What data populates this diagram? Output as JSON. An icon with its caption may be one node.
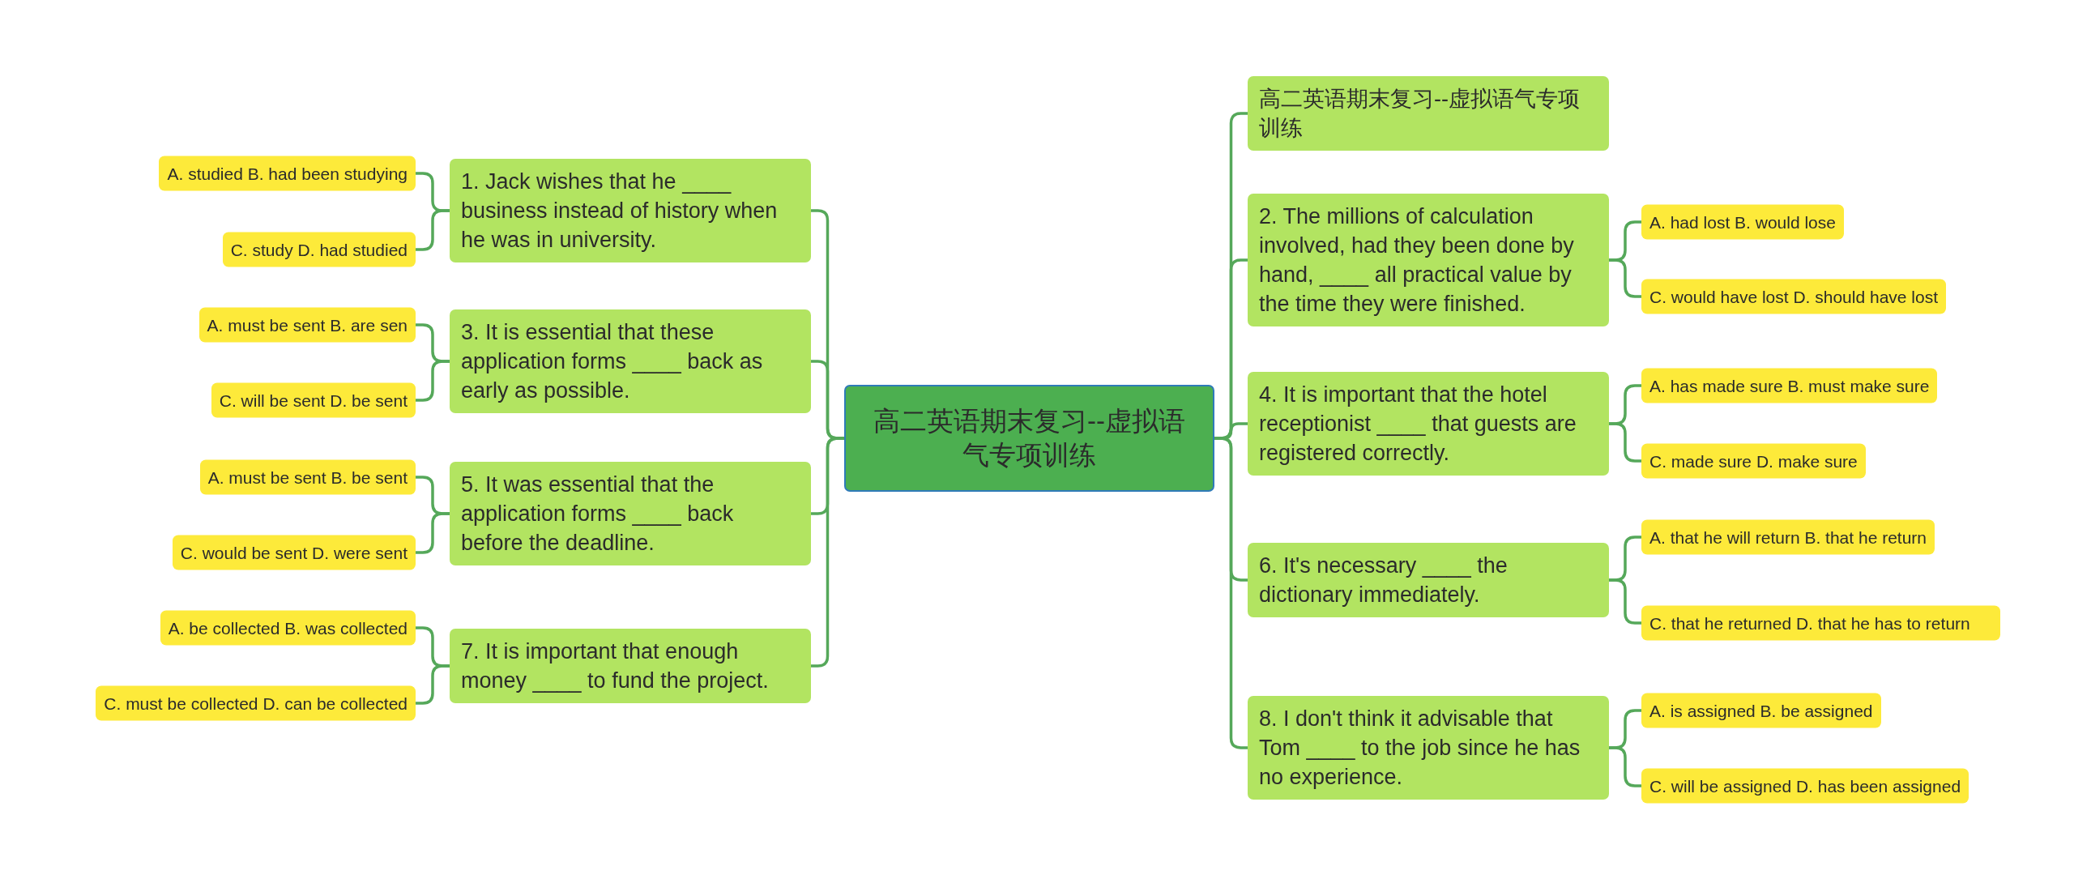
{
  "diagram": {
    "nodes": [
      {
        "text": [
          "高二英语期末复习--虚拟语气专项训练"
        ]
      },
      {
        "text": [
          "1. Jack wishes that he ____ business instead of history when he was in university."
        ]
      },
      {
        "text": [
          "A. studied B. had been studying"
        ]
      },
      {
        "text": [
          "C. study D. had studied"
        ]
      },
      {
        "text": [
          "3. It is essential that these application forms ____ back as early as possible."
        ]
      },
      {
        "text": [
          "A. must be sent B. are sen"
        ]
      },
      {
        "text": [
          "C. will be sent D. be sent"
        ]
      },
      {
        "text": [
          "5. It was essential that the application forms ____ back before the deadline."
        ]
      },
      {
        "text": [
          "A. must be sent B. be sent"
        ]
      },
      {
        "text": [
          "C. would be sent D. were sent"
        ]
      },
      {
        "text": [
          "7. It is important that enough money ____ to fund the project."
        ]
      },
      {
        "text": [
          "A. be collected B. was collected"
        ]
      },
      {
        "text": [
          "C. must be collected D. can be collected"
        ]
      },
      {
        "text": [
          "高二英语期末复习--虚拟语气专项训练"
        ]
      },
      {
        "text": [
          "2. The millions of calculation involved, had they been done by hand, ____ all practical value by the time they were finished."
        ]
      },
      {
        "text": [
          "A. had lost B. would lose"
        ]
      },
      {
        "text": [
          "C. would have lost D. should have lost"
        ]
      },
      {
        "text": [
          "4. It is important that the hotel receptionist ____ that guests are registered correctly."
        ]
      },
      {
        "text": [
          "A. has made sure B. must make sure"
        ]
      },
      {
        "text": [
          "C. made sure D. make sure"
        ]
      },
      {
        "text": [
          "6. It's necessary ____ the dictionary immediately."
        ]
      },
      {
        "text": [
          "A. that he will return B. that he return"
        ]
      },
      {
        "text": [
          "C. that he returned D. that he has to return"
        ]
      },
      {
        "text": [
          "8. I don't think it advisable that Tom ____ to the job since he has no experience."
        ]
      },
      {
        "text": [
          "A. is assigned B. be assigned"
        ]
      },
      {
        "text": [
          "C. will be assigned D. has been assigned"
        ]
      }
    ],
    "edges": [
      {
        "from": 0,
        "to": 1,
        "arrow": "none"
      },
      {
        "from": 1,
        "to": 2,
        "arrow": "none"
      },
      {
        "from": 1,
        "to": 3,
        "arrow": "none"
      },
      {
        "from": 0,
        "to": 4,
        "arrow": "none"
      },
      {
        "from": 4,
        "to": 5,
        "arrow": "none"
      },
      {
        "from": 4,
        "to": 6,
        "arrow": "none"
      },
      {
        "from": 0,
        "to": 7,
        "arrow": "none"
      },
      {
        "from": 7,
        "to": 8,
        "arrow": "none"
      },
      {
        "from": 7,
        "to": 9,
        "arrow": "none"
      },
      {
        "from": 0,
        "to": 10,
        "arrow": "none"
      },
      {
        "from": 10,
        "to": 11,
        "arrow": "none"
      },
      {
        "from": 10,
        "to": 12,
        "arrow": "none"
      },
      {
        "from": 0,
        "to": 13,
        "arrow": "none"
      },
      {
        "from": 0,
        "to": 14,
        "arrow": "none"
      },
      {
        "from": 14,
        "to": 15,
        "arrow": "none"
      },
      {
        "from": 14,
        "to": 16,
        "arrow": "none"
      },
      {
        "from": 0,
        "to": 17,
        "arrow": "none"
      },
      {
        "from": 17,
        "to": 18,
        "arrow": "none"
      },
      {
        "from": 17,
        "to": 19,
        "arrow": "none"
      },
      {
        "from": 0,
        "to": 20,
        "arrow": "none"
      },
      {
        "from": 20,
        "to": 21,
        "arrow": "none"
      },
      {
        "from": 20,
        "to": 22,
        "arrow": "none"
      },
      {
        "from": 0,
        "to": 23,
        "arrow": "none"
      },
      {
        "from": 23,
        "to": 24,
        "arrow": "none"
      },
      {
        "from": 23,
        "to": 25,
        "arrow": "none"
      }
    ]
  }
}
